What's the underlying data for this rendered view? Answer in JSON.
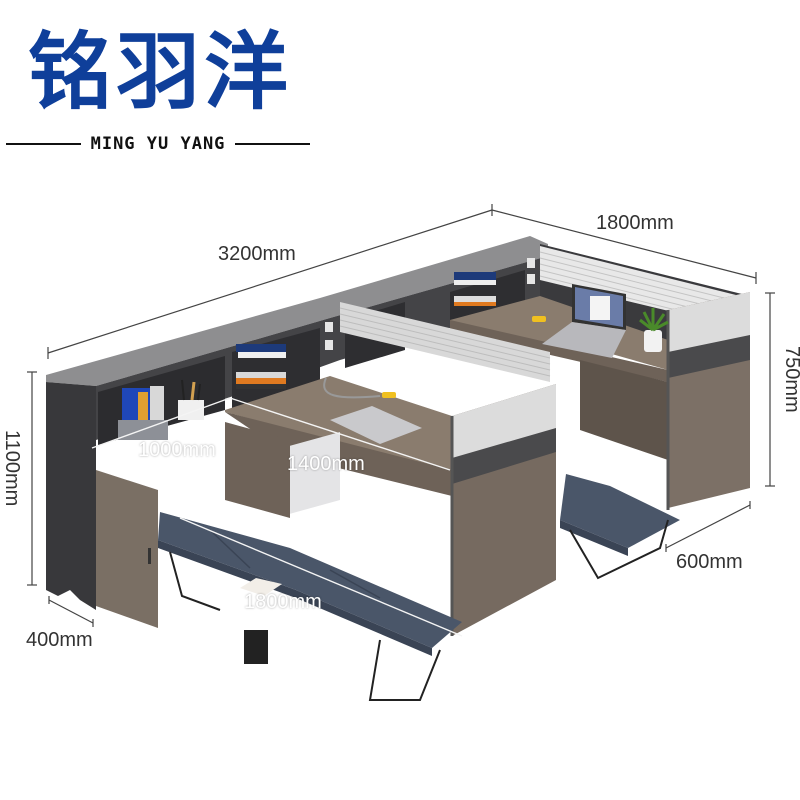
{
  "brand": {
    "name_cn": "铭羽洋",
    "name_en": "MING YU YANG",
    "color": "#0f3f9a"
  },
  "product": {
    "type": "two-person office workstation with cabinets and folding beds",
    "colors": {
      "cabinet_dark": "#3d3d40",
      "top_gray": "#8e8e90",
      "wood": "#7a6f64",
      "desk_top": "#8a7c6e",
      "mattress": "#4a5669",
      "partition_frame": "#5a5a5c",
      "partition_glass": "#e6e6e6"
    },
    "items_shown": [
      "bookshelf",
      "file holder",
      "pen holder",
      "books",
      "laptop",
      "potted plant",
      "phone charging",
      "cable grommet",
      "folding bed",
      "magazine"
    ]
  },
  "dimensions": {
    "total_length": "3200mm",
    "depth_right": "1800mm",
    "cabinet_height": "1100mm",
    "desk_height": "750mm",
    "shelf_width": "1000mm",
    "desk_width": "1400mm",
    "bed_length": "1800mm",
    "cabinet_depth": "400mm",
    "desk_depth": "600mm"
  }
}
